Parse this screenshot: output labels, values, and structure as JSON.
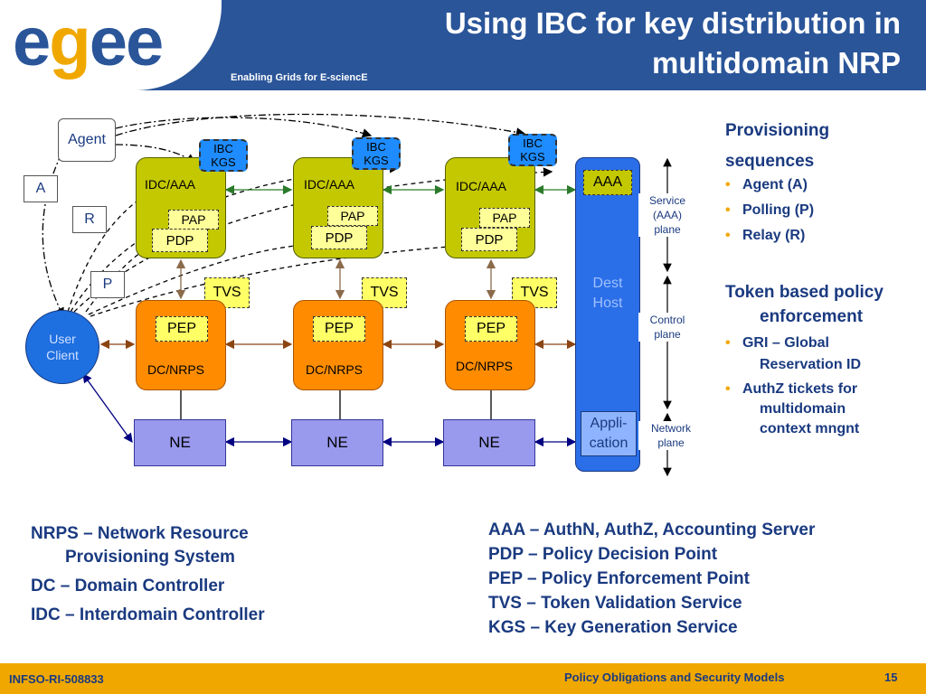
{
  "header": {
    "logo_text": "egee",
    "tagline": "Enabling Grids for E-sciencE",
    "title_line1": "Using IBC for key distribution in",
    "title_line2": "multidomain NRP"
  },
  "diagram": {
    "agent": "Agent",
    "seq_a": "A",
    "seq_r": "R",
    "seq_p": "P",
    "user_client_l1": "User",
    "user_client_l2": "Client",
    "kgs_l1": "IBC",
    "kgs_l2": "KGS",
    "idc": "IDC/AAA",
    "pap": "PAP",
    "pdp": "PDP",
    "tvs": "TVS",
    "pep": "PEP",
    "dc": "DC/NRPS",
    "ne": "NE",
    "dest_host_l1": "Dest",
    "dest_host_l2": "Host",
    "aaa": "AAA",
    "application_l1": "Appli-",
    "application_l2": "cation",
    "service_plane_l1": "Service",
    "service_plane_l2": "(AAA)",
    "service_plane_l3": "plane",
    "control_plane_l1": "Control",
    "control_plane_l2": "plane",
    "network_plane_l1": "Network",
    "network_plane_l2": "plane"
  },
  "sidebar": {
    "prov_title_l1": "Provisioning",
    "prov_title_l2": "sequences",
    "prov_items": [
      "Agent (A)",
      "Polling (P)",
      "Relay (R)"
    ],
    "token_title_l1": "Token based policy",
    "token_title_l2": "enforcement",
    "token_item1_l1": "GRI – Global",
    "token_item1_l2": "Reservation ID",
    "token_item2_l1": "AuthZ tickets for",
    "token_item2_l2": "multidomain",
    "token_item2_l3": "context mngnt"
  },
  "glossary_left": {
    "line1": "NRPS – Network Resource",
    "line1b": "Provisioning System",
    "line2": "DC – Domain Controller",
    "line3": "IDC – Interdomain Controller"
  },
  "glossary_right": {
    "line1": "AAA – AuthN, AuthZ, Accounting Server",
    "line2": "PDP – Policy Decision  Point",
    "line3": "PEP – Policy Enforcement  Point",
    "line4": "TVS – Token Validation Service",
    "line5": "KGS – Key Generation Service"
  },
  "footer": {
    "left": "INFSO-RI-508833",
    "center": "Policy Obligations and Security Models",
    "page": "15"
  }
}
